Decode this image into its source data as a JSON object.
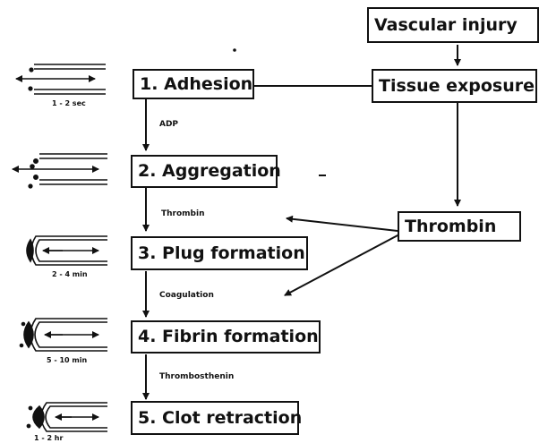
{
  "nodes": {
    "vascular_injury": "Vascular injury",
    "tissue_exposure": "Tissue exposure",
    "thrombin": "Thrombin",
    "adhesion": "1. Adhesion",
    "aggregation": "2. Aggregation",
    "plug_formation": "3. Plug formation",
    "fibrin_formation": "4. Fibrin formation",
    "clot_retraction": "5. Clot retraction"
  },
  "edge_labels": {
    "adp": "ADP",
    "thrombin": "Thrombin",
    "coagulation": "Coagulation",
    "thrombosthenin": "Thrombosthenin"
  },
  "timings": {
    "adhesion": "1 - 2 sec",
    "plug_formation": "2 - 4 min",
    "fibrin_formation": "5 - 10 min",
    "clot_retraction": "1 - 2 hr"
  }
}
